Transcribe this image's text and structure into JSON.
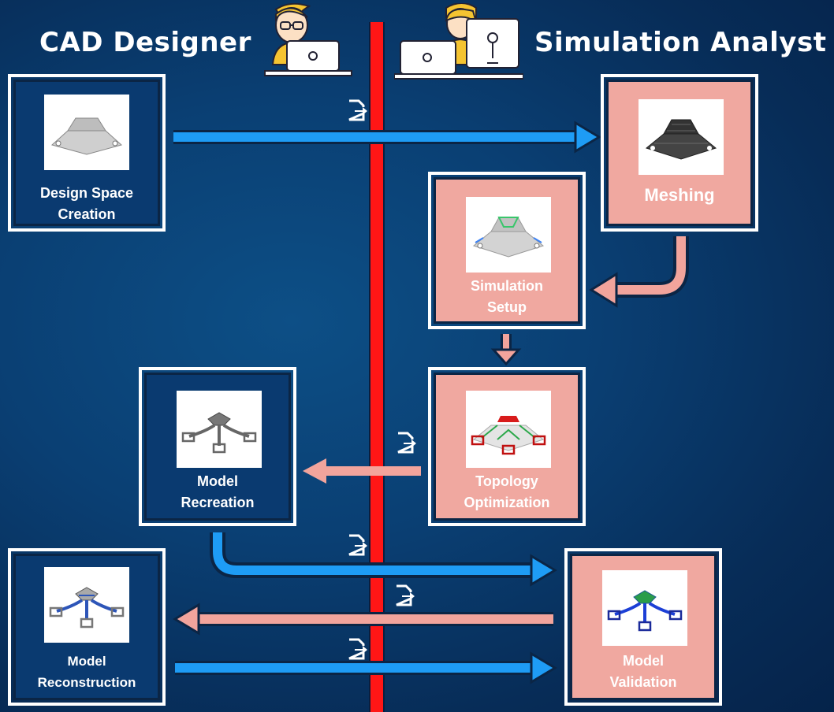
{
  "headers": {
    "left": "CAD Designer",
    "right": "Simulation Analyst"
  },
  "nodes": {
    "design_space": {
      "line1": "Design Space",
      "line2": "Creation"
    },
    "meshing": {
      "line1": "Meshing"
    },
    "simulation_setup": {
      "line1": "Simulation",
      "line2": "Setup"
    },
    "topology_optimization": {
      "line1": "Topology",
      "line2": "Optimization"
    },
    "model_recreation": {
      "line1": "Model",
      "line2": "Recreation"
    },
    "model_reconstruction": {
      "line1": "Model",
      "line2": "Reconstruction"
    },
    "model_validation": {
      "line1": "Model",
      "line2": "Validation"
    }
  },
  "colors": {
    "designer_lane": "#0a3a70",
    "analyst_box": "#f0a8a0",
    "designer_arrow": "#1e9cf5",
    "analyst_arrow": "#f2a49c",
    "divider": "#ff1616"
  },
  "icons": [
    "designer-laptop-icon",
    "analyst-computer-icon",
    "document-handoff-icon"
  ]
}
